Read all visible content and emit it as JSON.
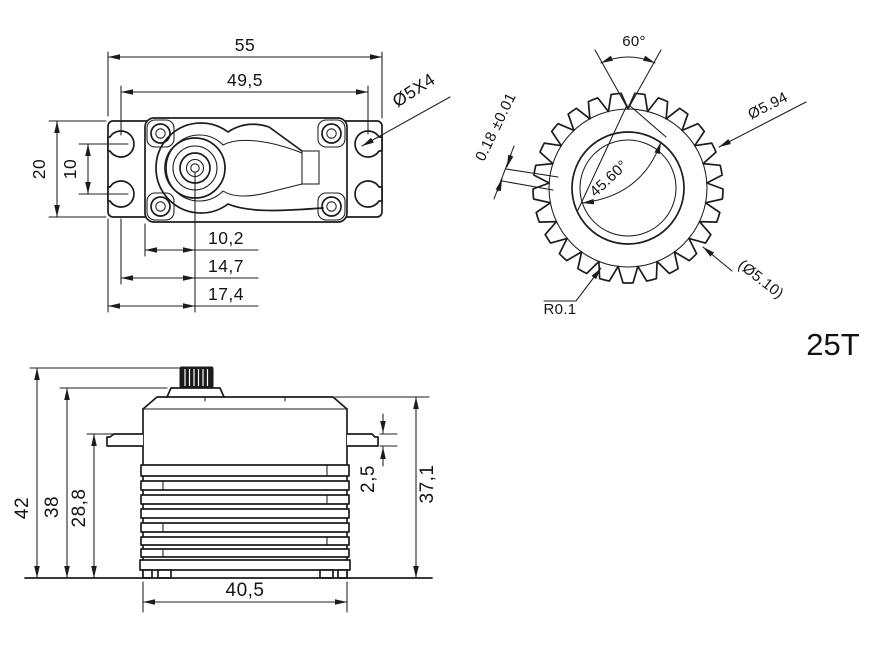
{
  "drawing": {
    "title_label": "25T",
    "top_view": {
      "width_total": "55",
      "mount_hole_spacing_h": "49,5",
      "mount_hole_callout": "Ø5X4",
      "flange_height": "20",
      "mount_hole_spacing_v": "10",
      "shaft_offset_1": "10,2",
      "shaft_offset_2": "14,7",
      "shaft_offset_3": "17,4"
    },
    "gear_detail": {
      "teeth": 25,
      "teeth_label": "25T",
      "tooth_angle": "60°",
      "tip_diameter": "Ø5.94",
      "tooth_depth_tolerance": "0.18 ±0.01",
      "spline_index_angle": "45.60°",
      "root_fillet": "R0.1",
      "root_diameter": "(Ø5.10)"
    },
    "side_view": {
      "height_overall": "42",
      "height_to_shaft_base": "38",
      "height_to_flange": "28,8",
      "flange_thickness": "2,5",
      "height_to_case_top": "37,1",
      "body_width": "40,5"
    }
  }
}
